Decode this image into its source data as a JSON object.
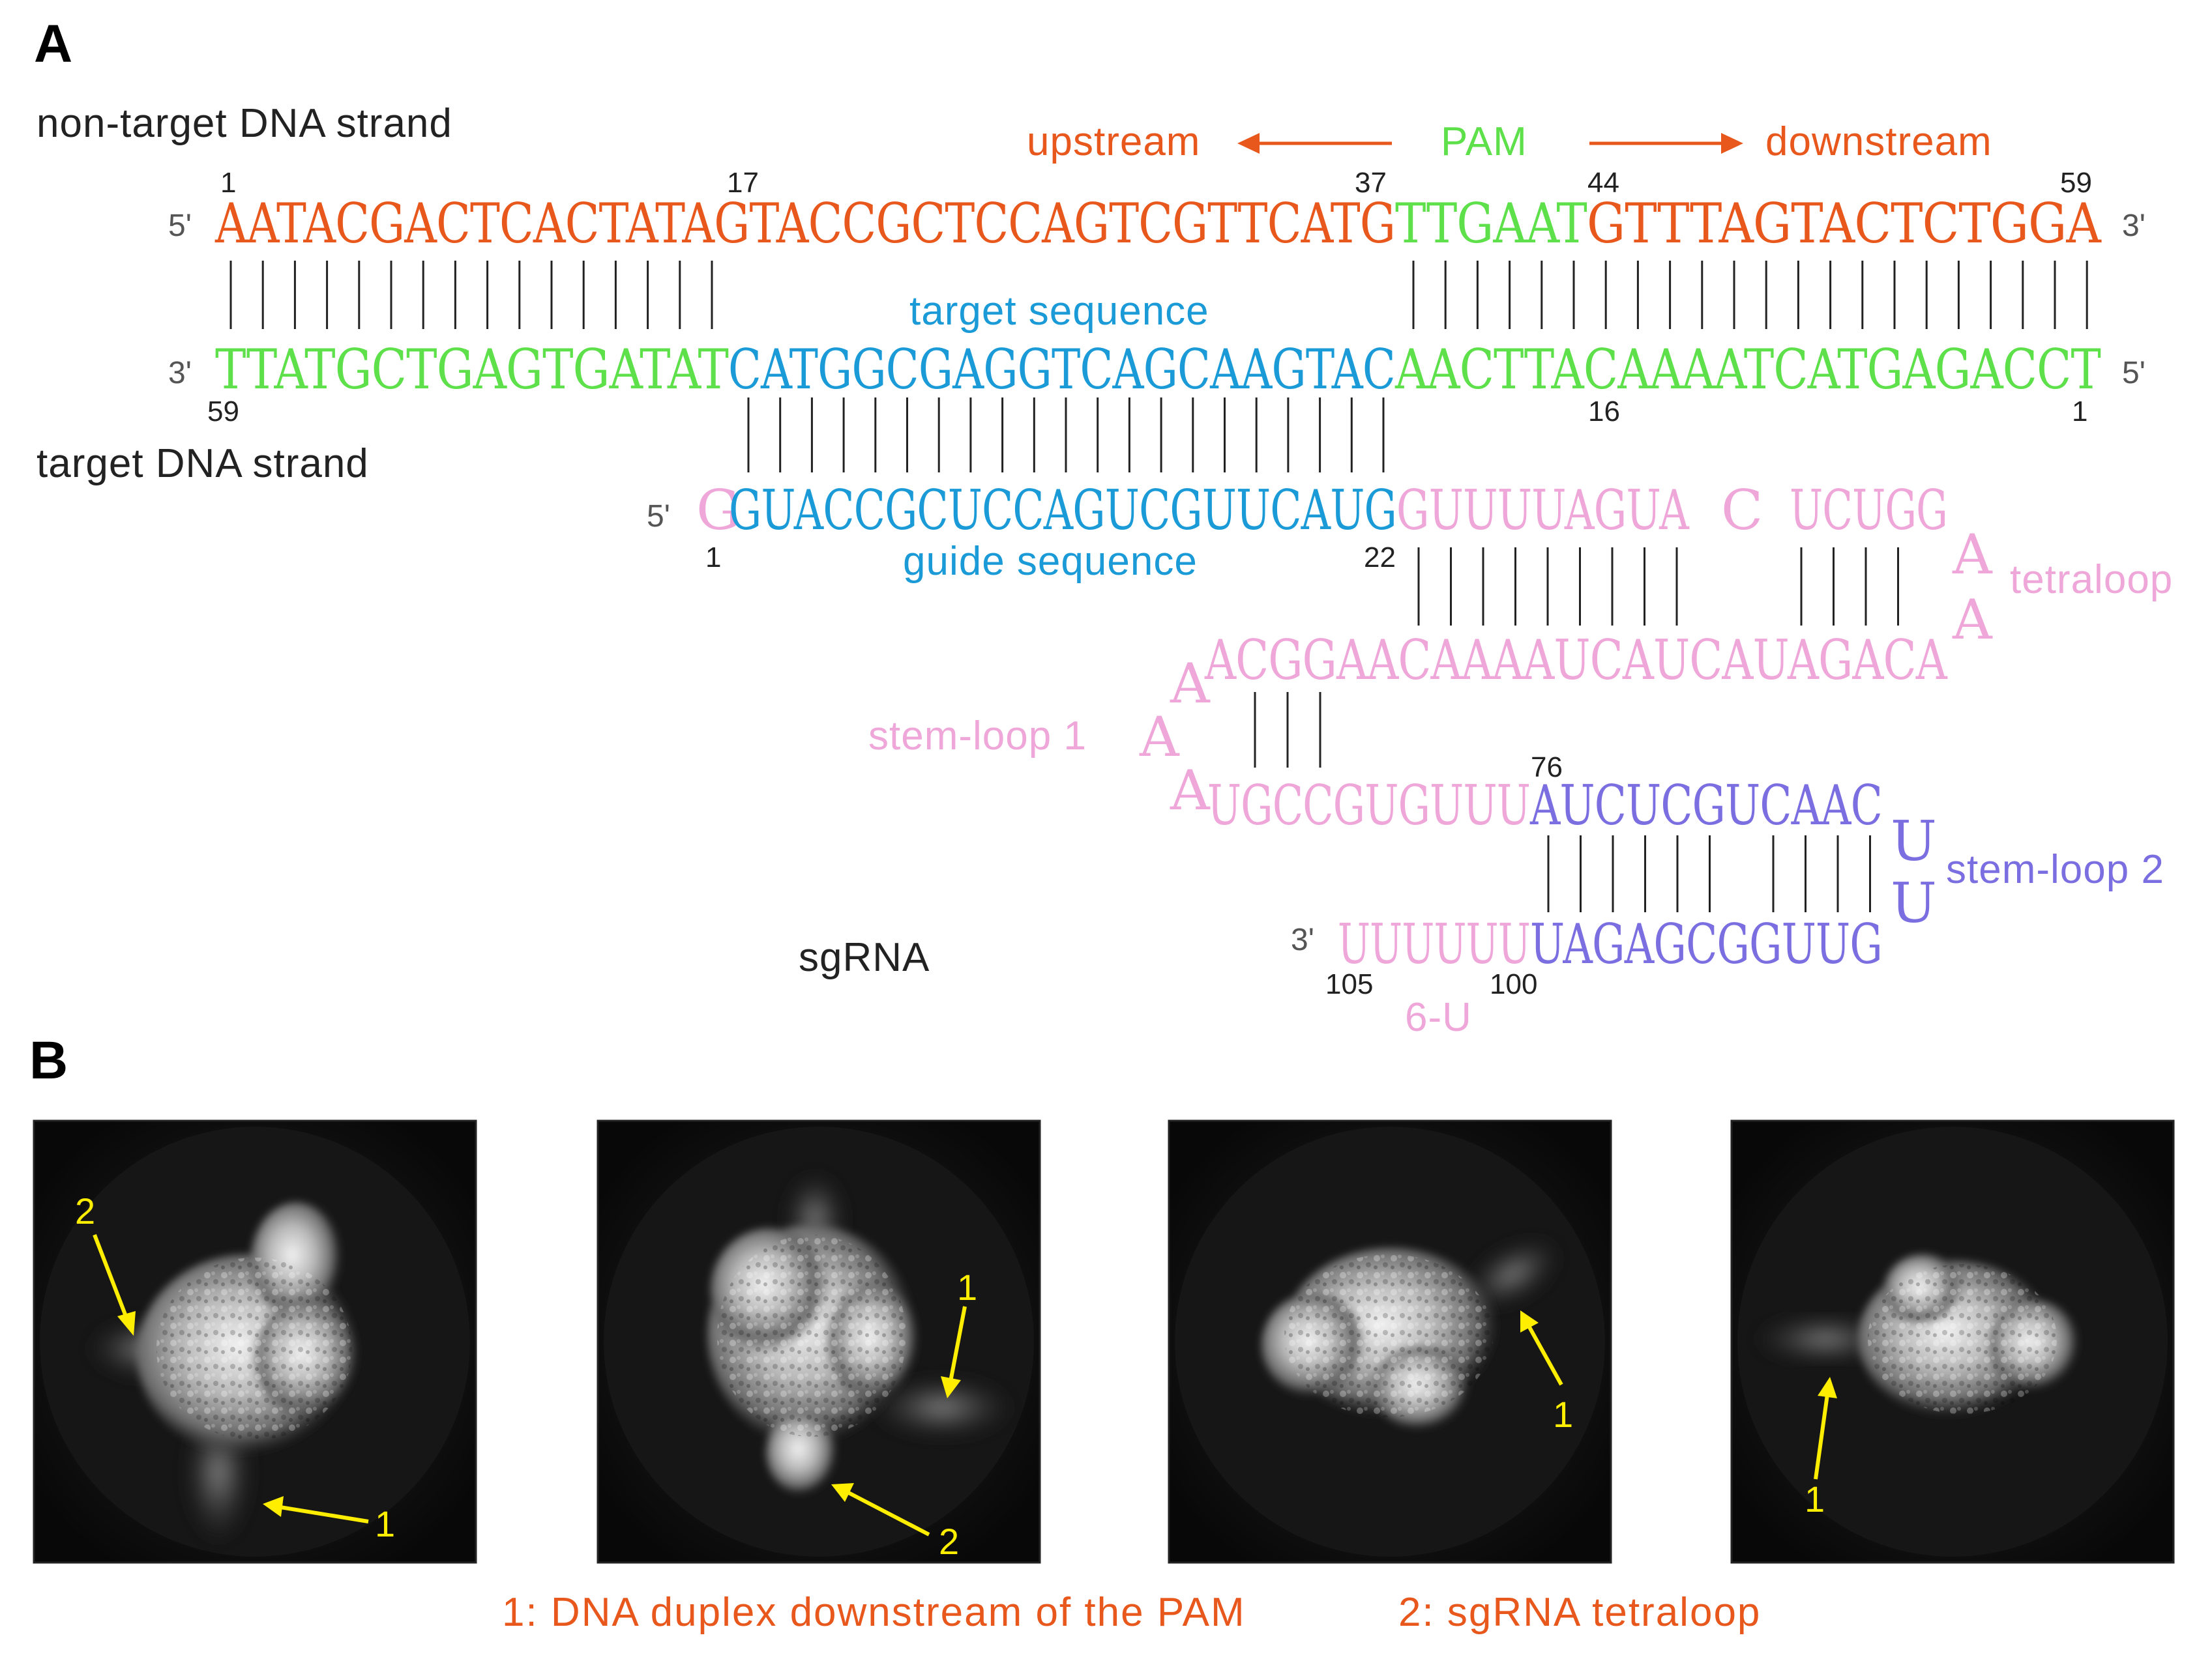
{
  "panelA": {
    "letter": "A",
    "non_target_label": "non-target DNA strand",
    "target_label": "target DNA strand",
    "upstream": "upstream",
    "pam": "PAM",
    "downstream": "downstream",
    "top_strand": {
      "five_prime": "5'",
      "three_prime": "3'",
      "seg_upstream": "AATACGACTCACTATAGTACCGCTCCAGTCGTTCATG",
      "seg_pam": "TTGAAT",
      "seg_downstream": "GTTTAGTACTCTGGA",
      "positions": [
        "1",
        "17",
        "37",
        "44",
        "59"
      ]
    },
    "bottom_strand": {
      "three_prime": "3'",
      "five_prime": "5'",
      "seg_left": "TTATGCTGAGTGATAT",
      "seg_target": "CATGGCGAGGTCAGCAAGTAC",
      "seg_right": "AACTTACAAAATCATGAGACCT",
      "positions": [
        "59",
        "16",
        "1"
      ]
    },
    "target_sequence_label": "target sequence",
    "guide_sequence_label": "guide sequence",
    "sgrna": {
      "five_prime": "5'",
      "g_extra": "G",
      "guide": "GUACCGCUCCAGUCGUUCAUG",
      "repeat_top": "GUUUUAGUA",
      "repeat_top_c": "C",
      "repeat_top_end": "UCUGG",
      "tetraloop_a1": "A",
      "tetraloop_a2": "A",
      "tetraloop_label": "tetraloop",
      "anti_repeat": "ACGGAACAAAAUCAUCAUAGACA",
      "bulge_a1": "A",
      "bulge_a2": "A",
      "bulge_a3": "A",
      "stem_loop_1_label": "stem-loop 1",
      "linker": "UGCCGUGUUU",
      "stem2_top": "AUCUCGUCAAC",
      "loop2_u1": "U",
      "loop2_u2": "U",
      "stem_loop_2_label": "stem-loop 2",
      "three_prime": "3'",
      "tail": "UUUUUU",
      "stem2_bottom": "UAGAGCGGUUG",
      "positions": [
        "1",
        "22",
        "76",
        "105",
        "100"
      ],
      "six_u_label": "6-U",
      "name": "sgRNA"
    }
  },
  "panelB": {
    "letter": "B",
    "arrow_labels": [
      "2",
      "1",
      "1",
      "2",
      "1",
      "1"
    ],
    "caption_1": "1: DNA duplex downstream of the PAM",
    "caption_2": "2: sgRNA tetraloop"
  },
  "colors": {
    "orange": "#e8571c",
    "green": "#5de04a",
    "blue": "#1a9ad6",
    "pink": "#efa6d8",
    "purple": "#7b6ee0",
    "yellow": "#ffee00"
  }
}
